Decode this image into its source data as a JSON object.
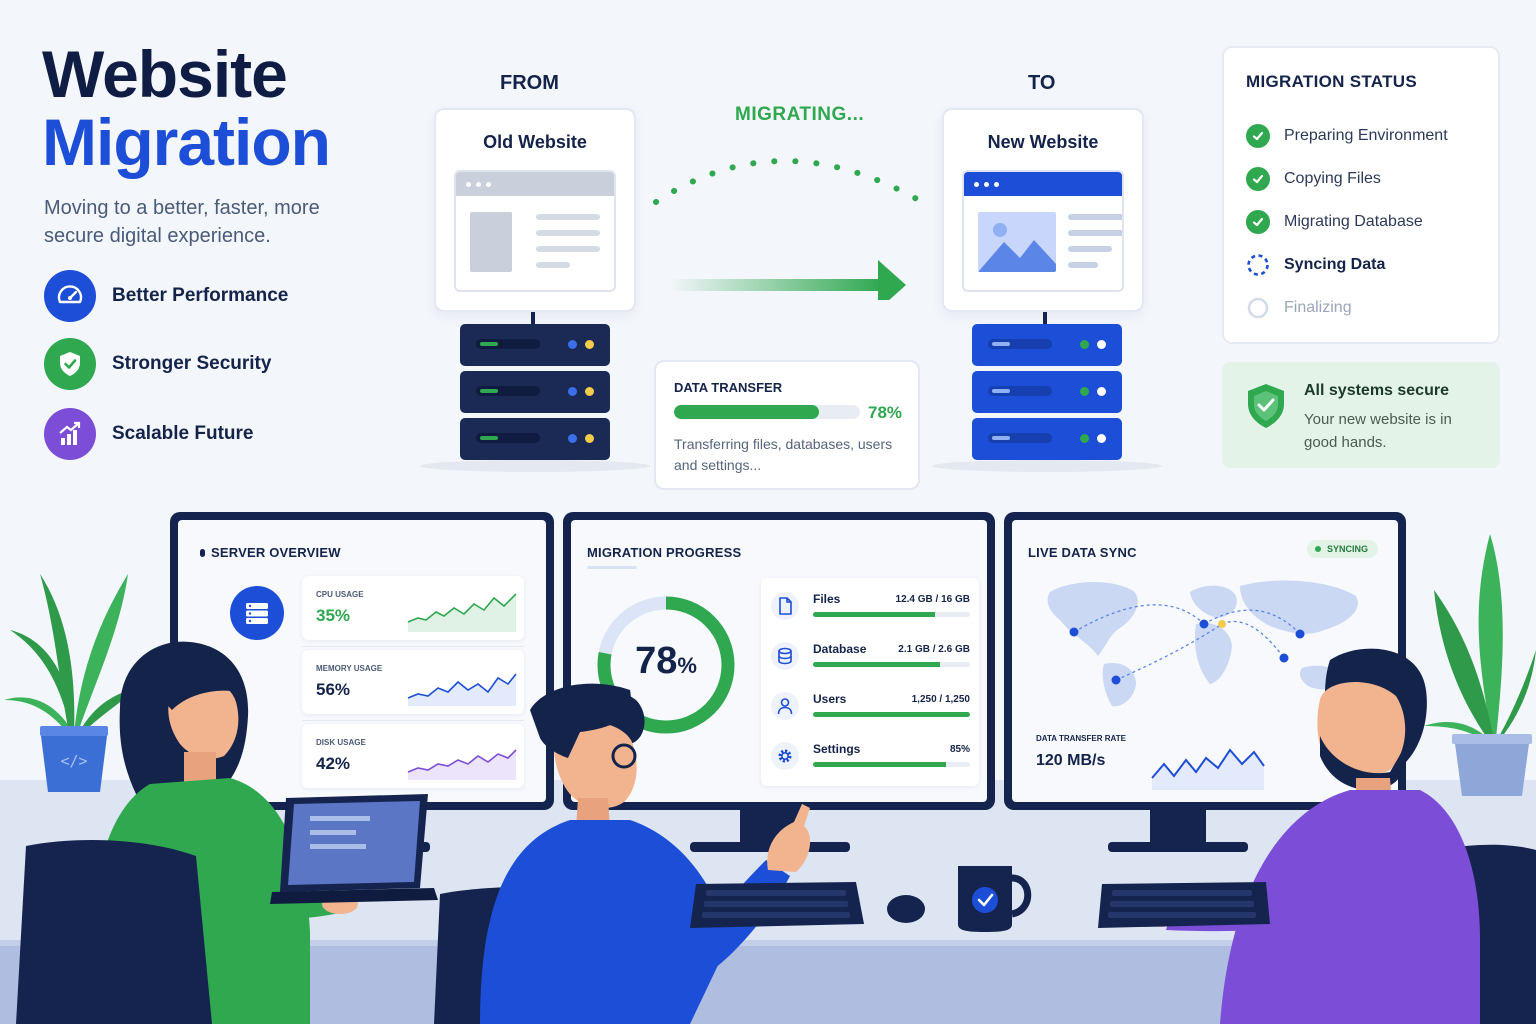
{
  "hero": {
    "title_line1": "Website",
    "title_line2": "Migration",
    "subtitle": "Moving to a better, faster, more secure digital experience.",
    "features": [
      {
        "label": "Better Performance",
        "icon": "speedometer-icon",
        "color": "#1d4ed8"
      },
      {
        "label": "Stronger Security",
        "icon": "shield-check-icon",
        "color": "#2fa84f"
      },
      {
        "label": "Scalable Future",
        "icon": "growth-chart-icon",
        "color": "#7c4dd6"
      }
    ]
  },
  "flow": {
    "from_label": "FROM",
    "to_label": "TO",
    "old_site": "Old Website",
    "new_site": "New Website",
    "migrating": "MIGRATING..."
  },
  "transfer": {
    "title": "DATA TRANSFER",
    "percent": "78%",
    "progress": 0.78,
    "description": "Transferring files, databases, users and settings..."
  },
  "status": {
    "title": "MIGRATION STATUS",
    "steps": [
      {
        "label": "Preparing Environment",
        "state": "done"
      },
      {
        "label": "Copying Files",
        "state": "done"
      },
      {
        "label": "Migrating Database",
        "state": "done"
      },
      {
        "label": "Syncing Data",
        "state": "active"
      },
      {
        "label": "Finalizing",
        "state": "pending"
      }
    ]
  },
  "secure": {
    "title": "All systems secure",
    "text": "Your new website is in good hands."
  },
  "server_overview": {
    "title": "SERVER OVERVIEW",
    "metrics": [
      {
        "label": "CPU USAGE",
        "value": "35%",
        "color": "#2fa84f"
      },
      {
        "label": "MEMORY USAGE",
        "value": "56%",
        "color": "#1d4ed8"
      },
      {
        "label": "DISK USAGE",
        "value": "42%",
        "color": "#7c4dd6"
      }
    ]
  },
  "migration_progress": {
    "title": "MIGRATION PROGRESS",
    "percent_number": "78",
    "percent_sign": "%",
    "progress": 0.78,
    "items": [
      {
        "name": "Files",
        "value": "12.4 GB / 16 GB",
        "progress": 0.78,
        "icon": "file-icon"
      },
      {
        "name": "Database",
        "value": "2.1 GB / 2.6 GB",
        "progress": 0.81,
        "icon": "database-icon"
      },
      {
        "name": "Users",
        "value": "1,250 / 1,250",
        "progress": 1.0,
        "icon": "user-icon"
      },
      {
        "name": "Settings",
        "value": "85%",
        "progress": 0.85,
        "icon": "gear-icon"
      }
    ]
  },
  "live_sync": {
    "title": "LIVE DATA SYNC",
    "badge": "SYNCING",
    "rate_label": "DATA TRANSFER RATE",
    "rate_value": "120 MB/s"
  },
  "colors": {
    "navy": "#15244f",
    "blue": "#1d4ed8",
    "green": "#2fa84f",
    "purple": "#7c4dd6"
  }
}
